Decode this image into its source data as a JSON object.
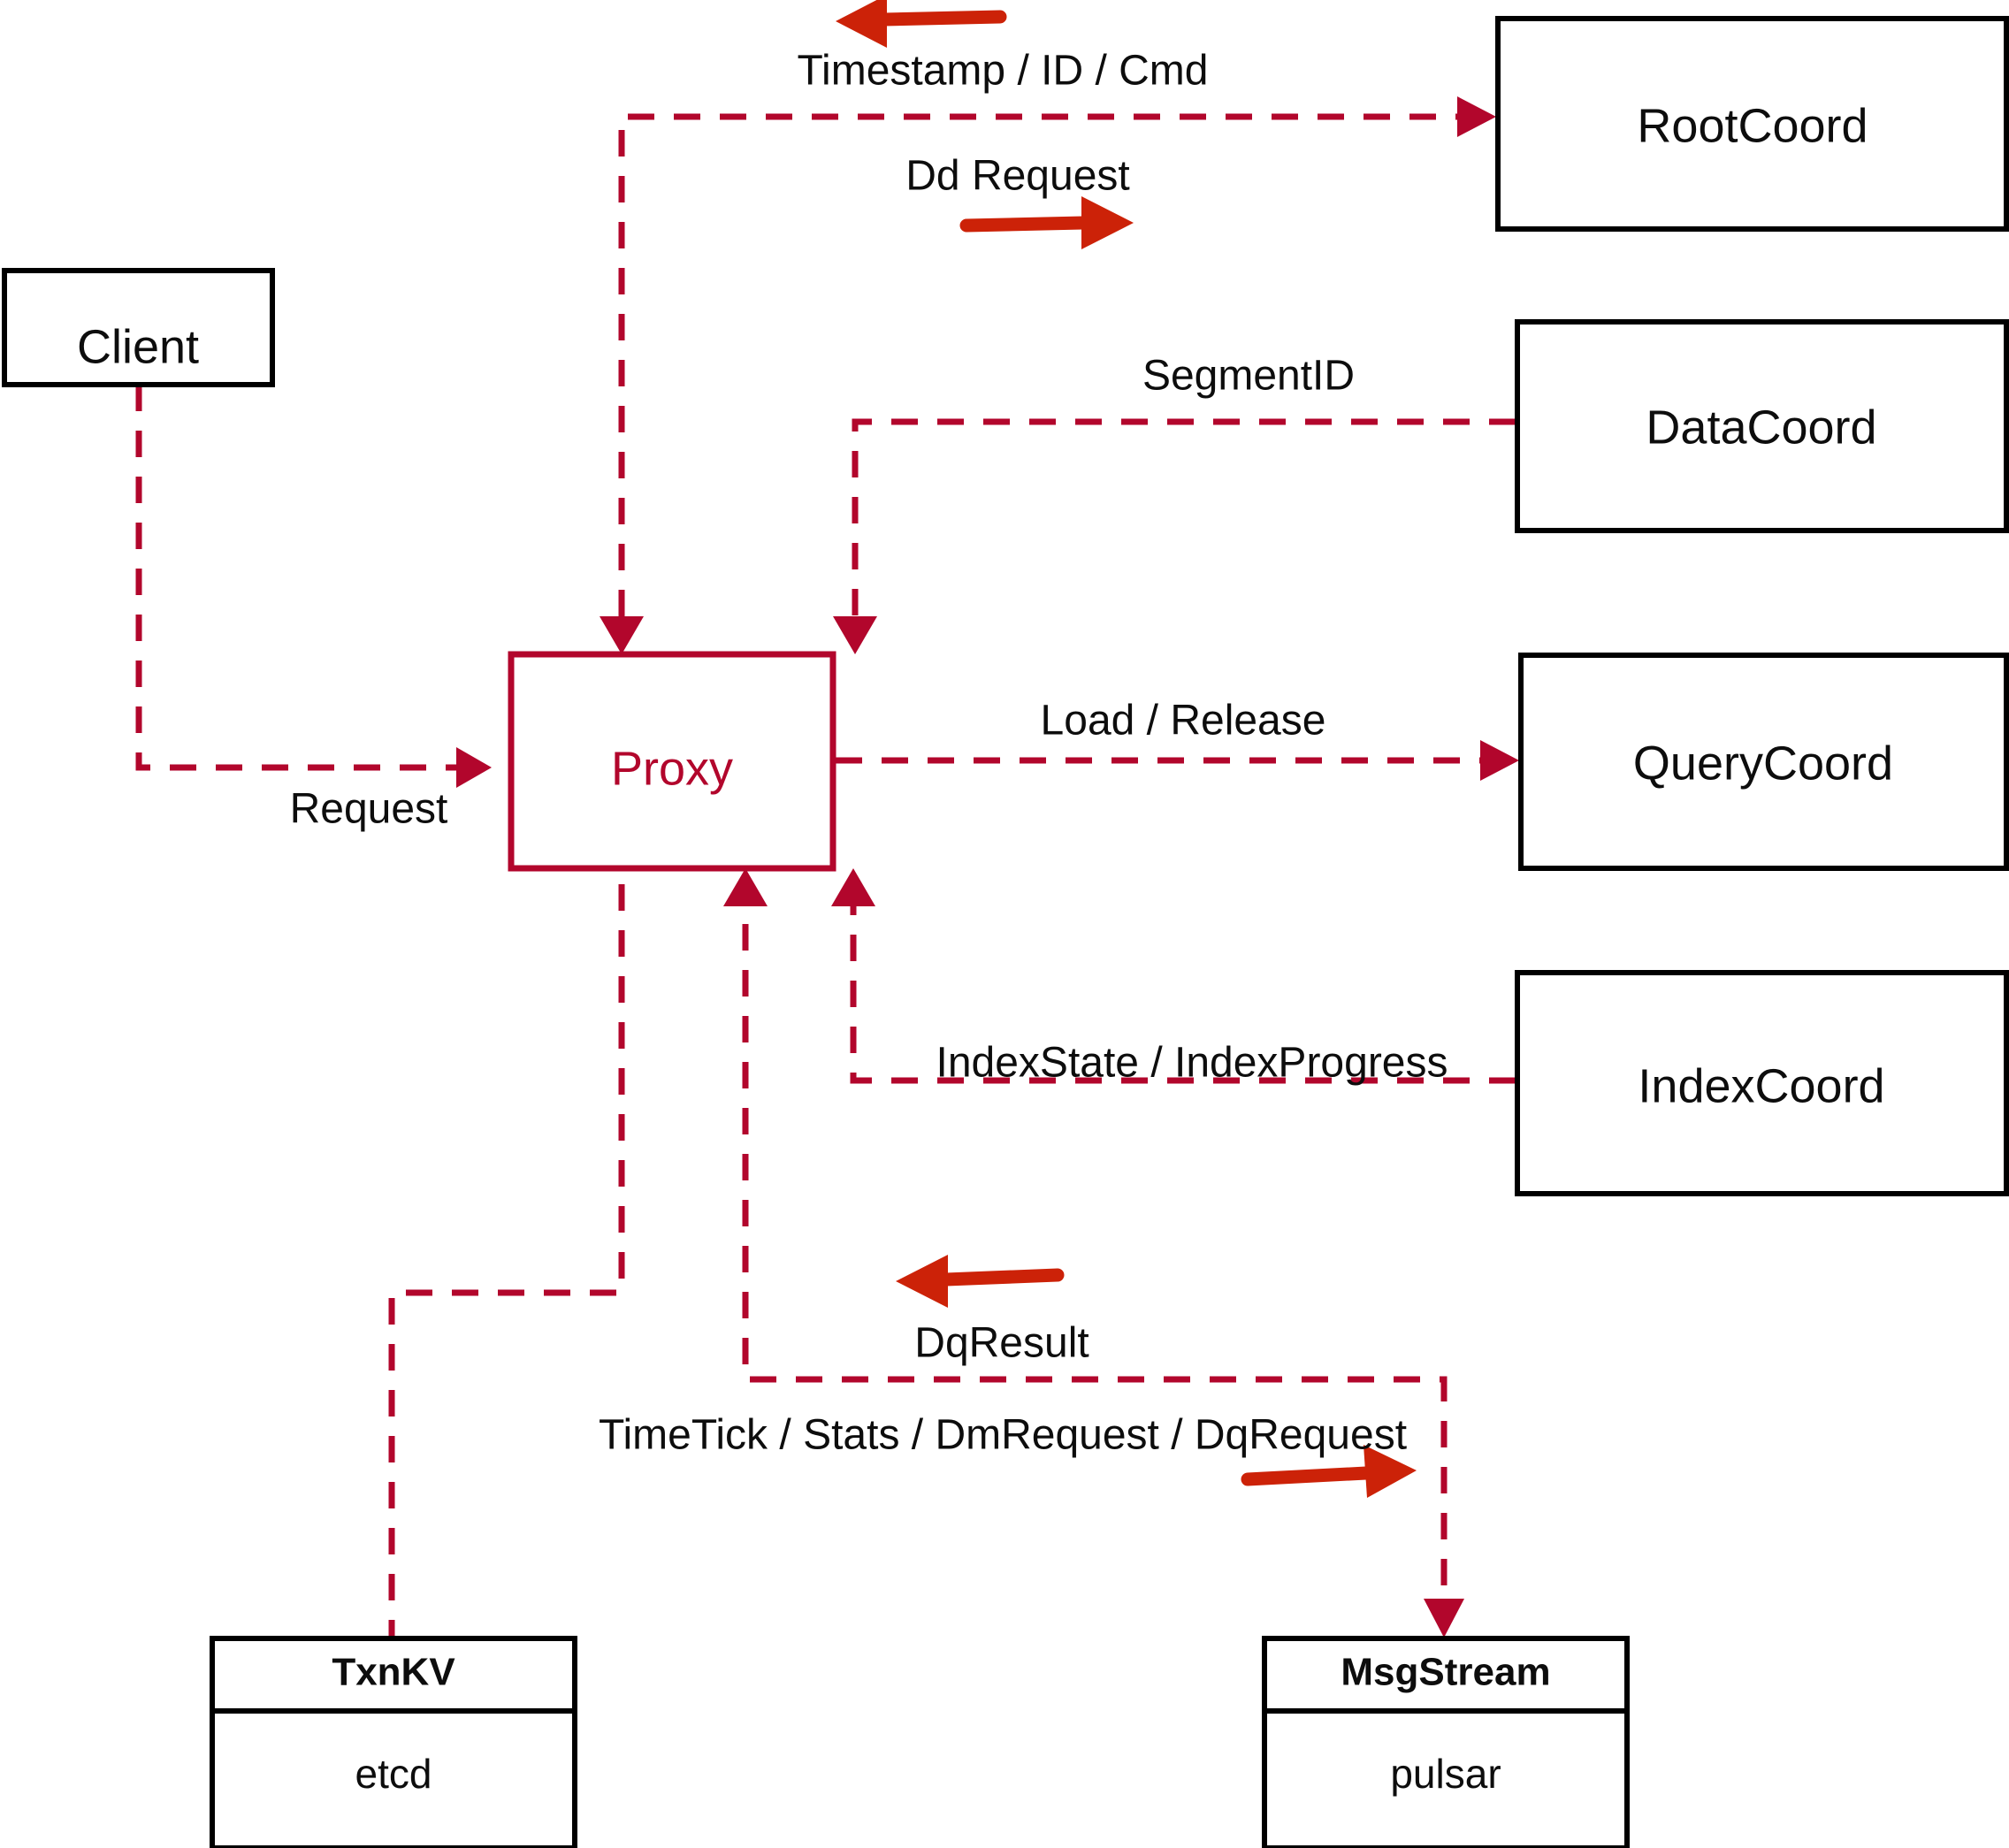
{
  "diagram": {
    "title": "Proxy interaction diagram",
    "colors": {
      "accent_red": "#b2062c",
      "arrow_orange": "#cc2208",
      "node_stroke": "#000000",
      "background": "#ffffff"
    },
    "nodes": {
      "client": {
        "label": "Client"
      },
      "proxy": {
        "label": "Proxy"
      },
      "root_coord": {
        "label": "RootCoord"
      },
      "data_coord": {
        "label": "DataCoord"
      },
      "query_coord": {
        "label": "QueryCoord"
      },
      "index_coord": {
        "label": "IndexCoord"
      },
      "txnkv": {
        "label": "TxnKV",
        "impl": "etcd"
      },
      "msgstream": {
        "label": "MsgStream",
        "impl": "pulsar"
      }
    },
    "edges": [
      {
        "id": "client-request",
        "label": "Request",
        "from": "Client",
        "to": "Proxy"
      },
      {
        "id": "timestamp-id-cmd",
        "label": "Timestamp / ID / Cmd",
        "from": "RootCoord",
        "to": "Proxy"
      },
      {
        "id": "dd-request",
        "label": "Dd Request",
        "from": "Proxy",
        "to": "RootCoord"
      },
      {
        "id": "segment-id",
        "label": "SegmentID",
        "from": "DataCoord",
        "to": "Proxy"
      },
      {
        "id": "load-release",
        "label": "Load / Release",
        "from": "Proxy",
        "to": "QueryCoord"
      },
      {
        "id": "index-state",
        "label": "IndexState / IndexProgress",
        "from": "IndexCoord",
        "to": "Proxy"
      },
      {
        "id": "dq-result",
        "label": "DqResult",
        "from": "MsgStream",
        "to": "Proxy"
      },
      {
        "id": "timetick-stats",
        "label": "TimeTick / Stats / DmRequest / DqRequest",
        "from": "Proxy",
        "to": "MsgStream"
      }
    ]
  }
}
